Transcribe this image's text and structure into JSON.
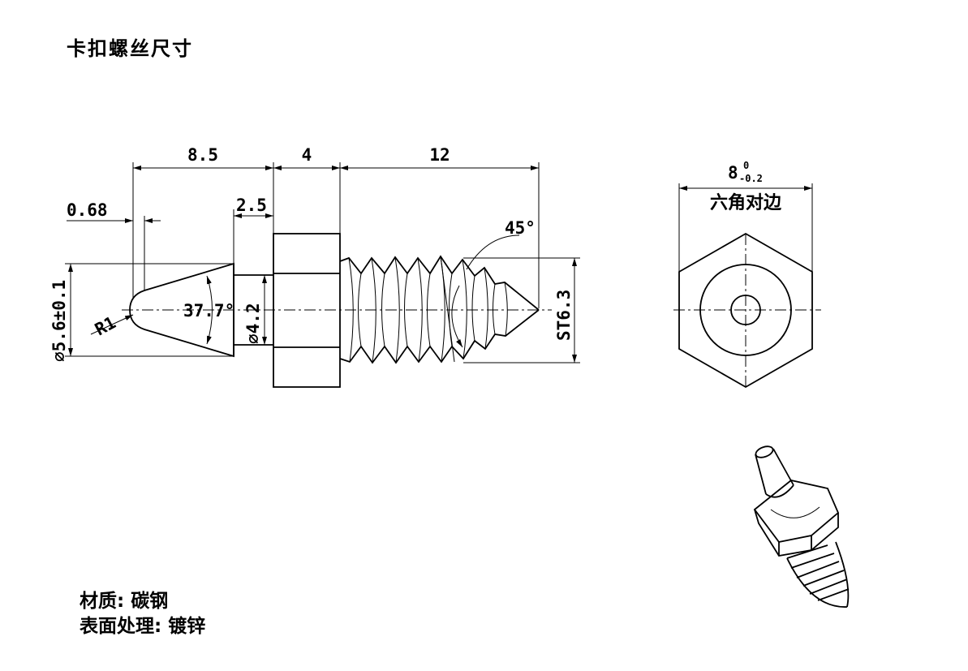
{
  "title": "卡扣螺丝尺寸",
  "dimensions": {
    "total_front": "8.5",
    "hex_width": "4",
    "thread_length": "12",
    "tip_offset": "0.68",
    "neck_length": "2.5",
    "tip_diameter": "5.6±0.1",
    "tip_radius": "R1",
    "cone_angle": "37.7°",
    "neck_diameter": "4.2",
    "thread_angle": "45°",
    "thread_spec": "ST6.3",
    "across_flats_value": "8",
    "across_flats_upper": "0",
    "across_flats_lower": "-0.2",
    "across_flats_label": "六角对边"
  },
  "notes": {
    "material": "材质: 碳钢",
    "surface": "表面处理: 镀锌"
  }
}
